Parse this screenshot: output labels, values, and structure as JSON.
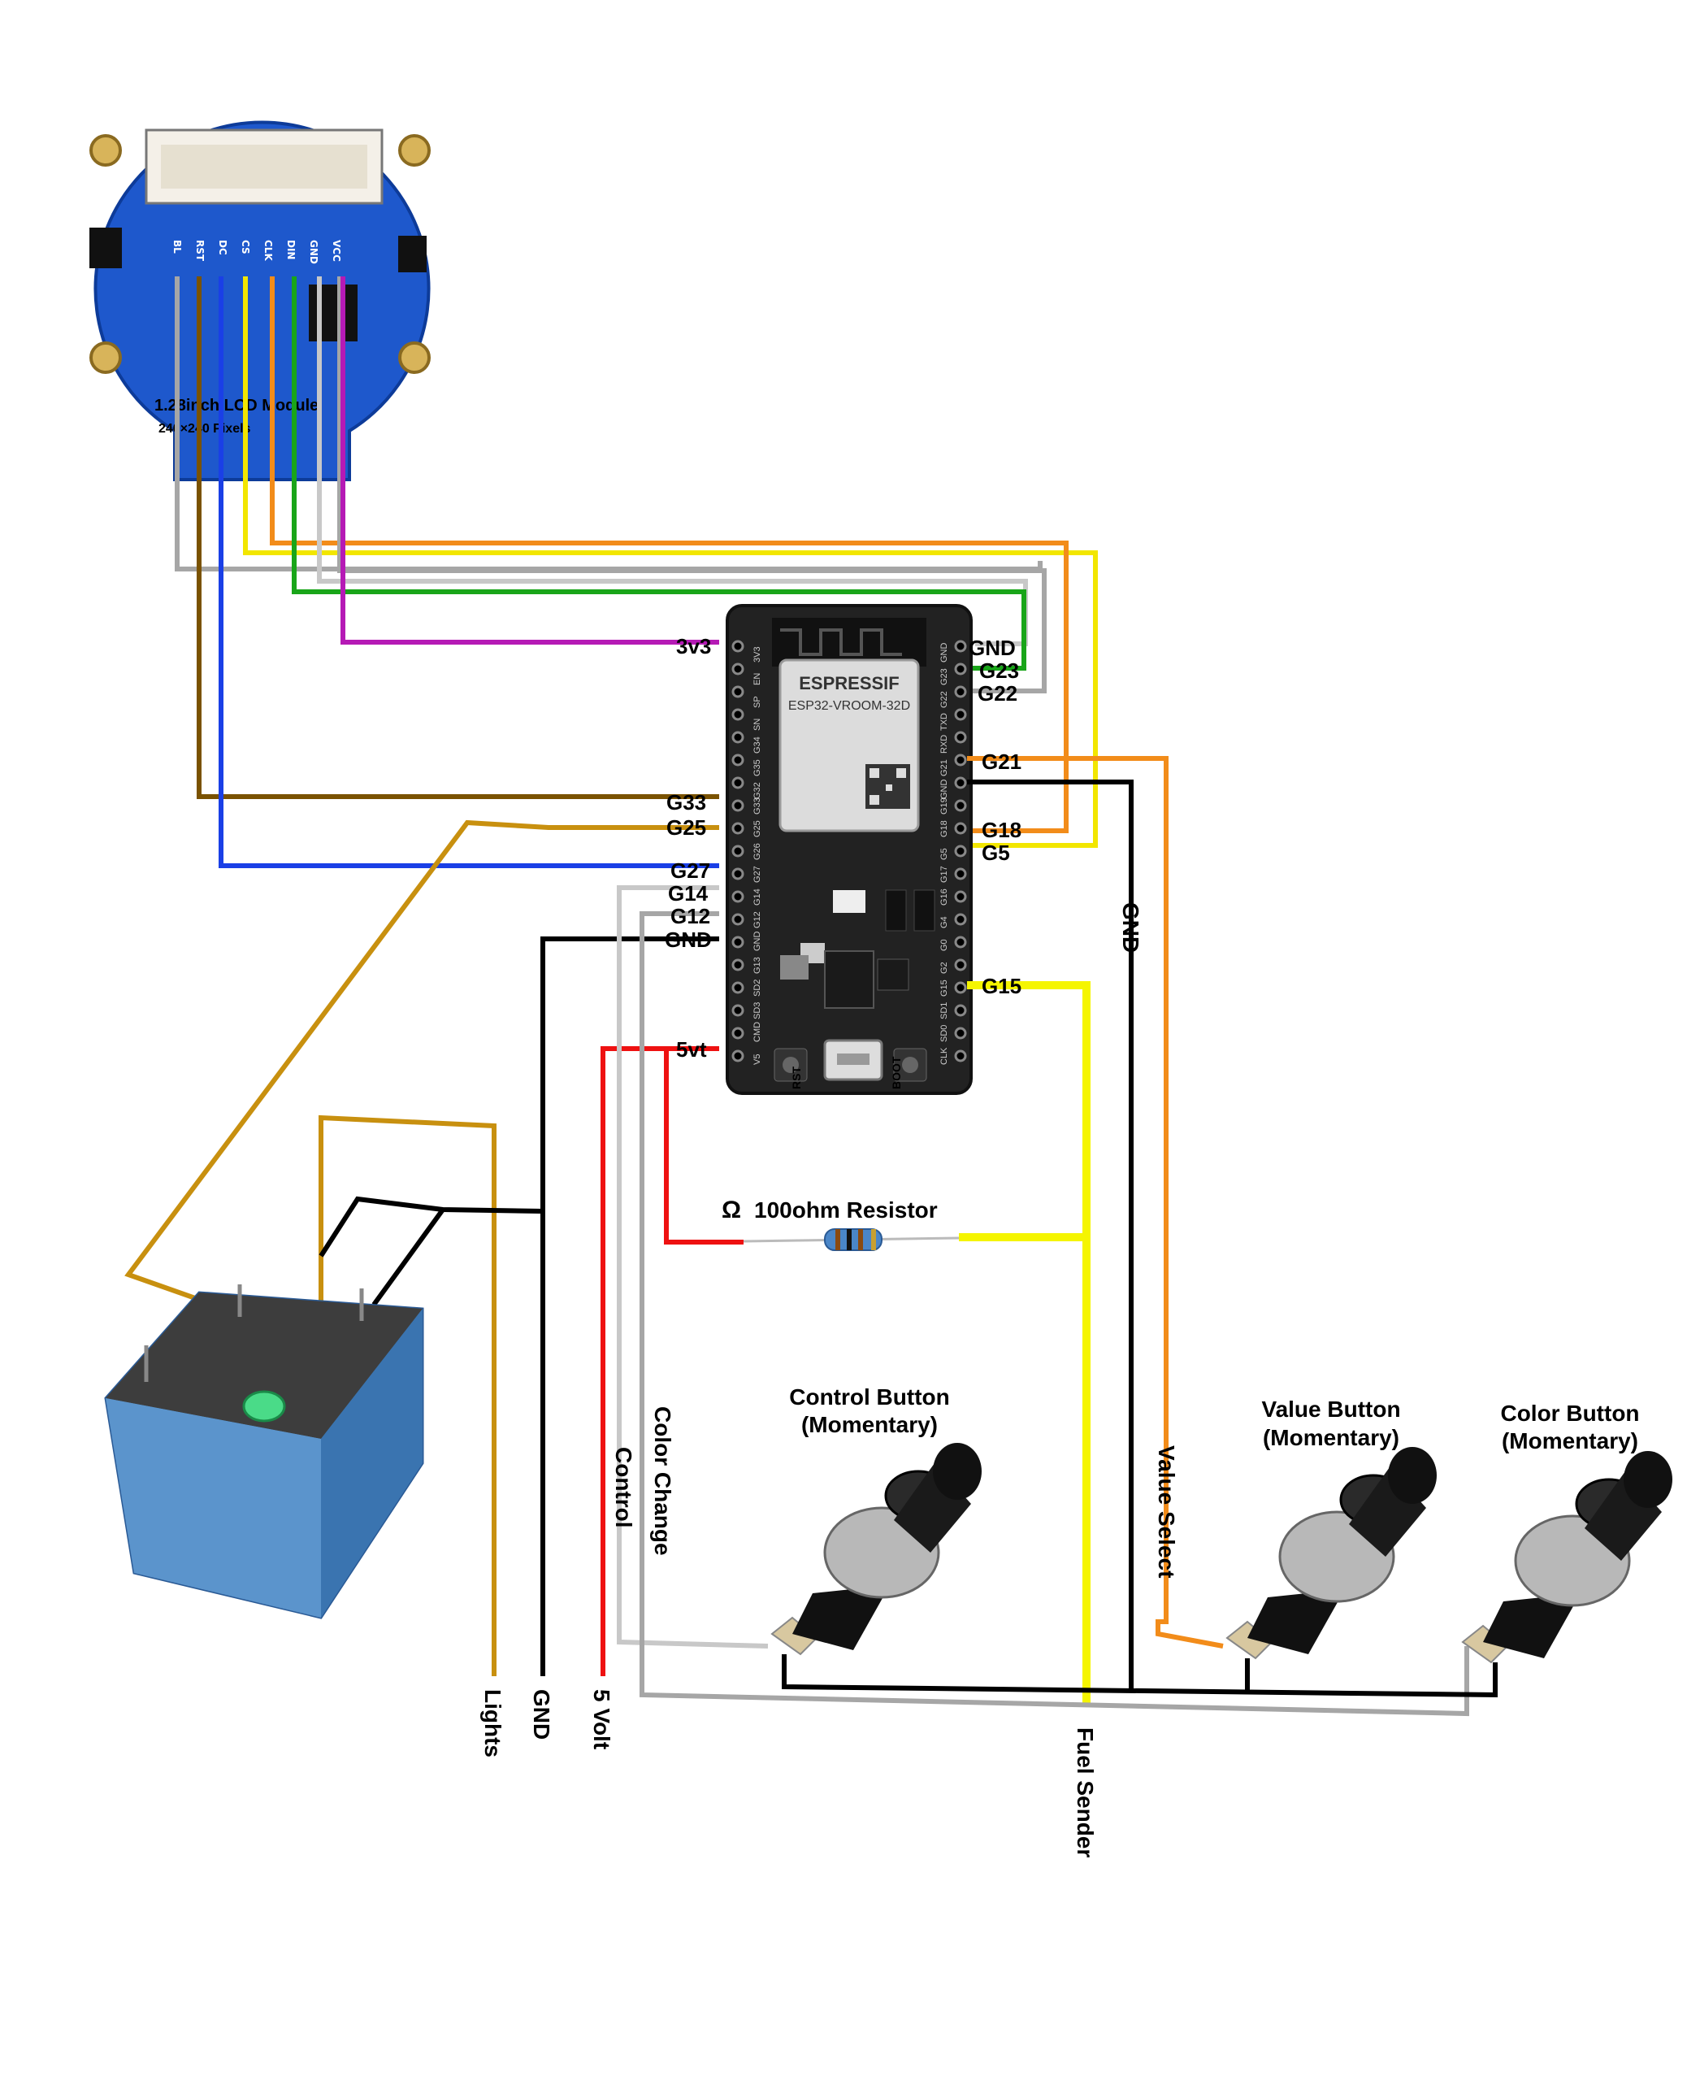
{
  "lcd": {
    "title": "1.28inch LCD Module",
    "subtitle": "240×240 Pixels",
    "pins": [
      "BL",
      "RST",
      "DC",
      "CS",
      "CLK",
      "DIN",
      "GND",
      "VCC"
    ]
  },
  "esp32": {
    "brand": "ESPRESSIF",
    "model": "ESP32-VROOM-32D",
    "left_pins": [
      "3V3",
      "EN",
      "SP",
      "SN",
      "G34",
      "G35",
      "G32",
      "G33",
      "G25",
      "G26",
      "G27",
      "G14",
      "G12",
      "GND",
      "G13",
      "SD2",
      "SD3",
      "CMD",
      "V5"
    ],
    "right_pins": [
      "GND",
      "G23",
      "G22",
      "TXD",
      "RXD",
      "G21",
      "GND",
      "G19",
      "G18",
      "G5",
      "G17",
      "G16",
      "G4",
      "G0",
      "G2",
      "G15",
      "SD1",
      "SD0",
      "CLK"
    ],
    "rst_label": "RST",
    "boot_label": "BOOT"
  },
  "pin_labels": {
    "v3": "3v3",
    "g33": "G33",
    "g25": "G25",
    "g27": "G27",
    "g14": "G14",
    "g12": "G12",
    "gnd_left": "GND",
    "v5": "5vt",
    "gnd_right": "GND",
    "g23": "G23",
    "g22": "G22",
    "g21": "G21",
    "g18": "G18",
    "g5": "G5",
    "g15": "G15"
  },
  "wire_labels": {
    "gnd_vertical": "GND",
    "value_select": "Value Select",
    "color_change": "Color Change",
    "control": "Control",
    "lights": "Lights",
    "gnd_bottom": "GND",
    "five_volt": "5 Volt",
    "fuel_sender": "Fuel Sender"
  },
  "resistor": {
    "symbol": "Ω",
    "label": "100ohm Resistor"
  },
  "buttons": [
    {
      "title": "Control Button",
      "subtitle": "(Momentary)"
    },
    {
      "title": "Value Button",
      "subtitle": "(Momentary)"
    },
    {
      "title": "Color Button",
      "subtitle": "(Momentary)"
    }
  ],
  "colors": {
    "bl": "#a6a6a6",
    "rst": "#7a5200",
    "dc": "#1a3fe6",
    "cs": "#f2e600",
    "clk": "#f28c1a",
    "din": "#19a519",
    "gnd": "#c8c8c8",
    "vcc": "#b51ab5",
    "black": "#000000",
    "red": "#ee1111",
    "gold": "#c8900f",
    "yellow": "#f5f500",
    "pcb_blue": "#1e58cc",
    "relay_blue": "#4a85c0"
  }
}
